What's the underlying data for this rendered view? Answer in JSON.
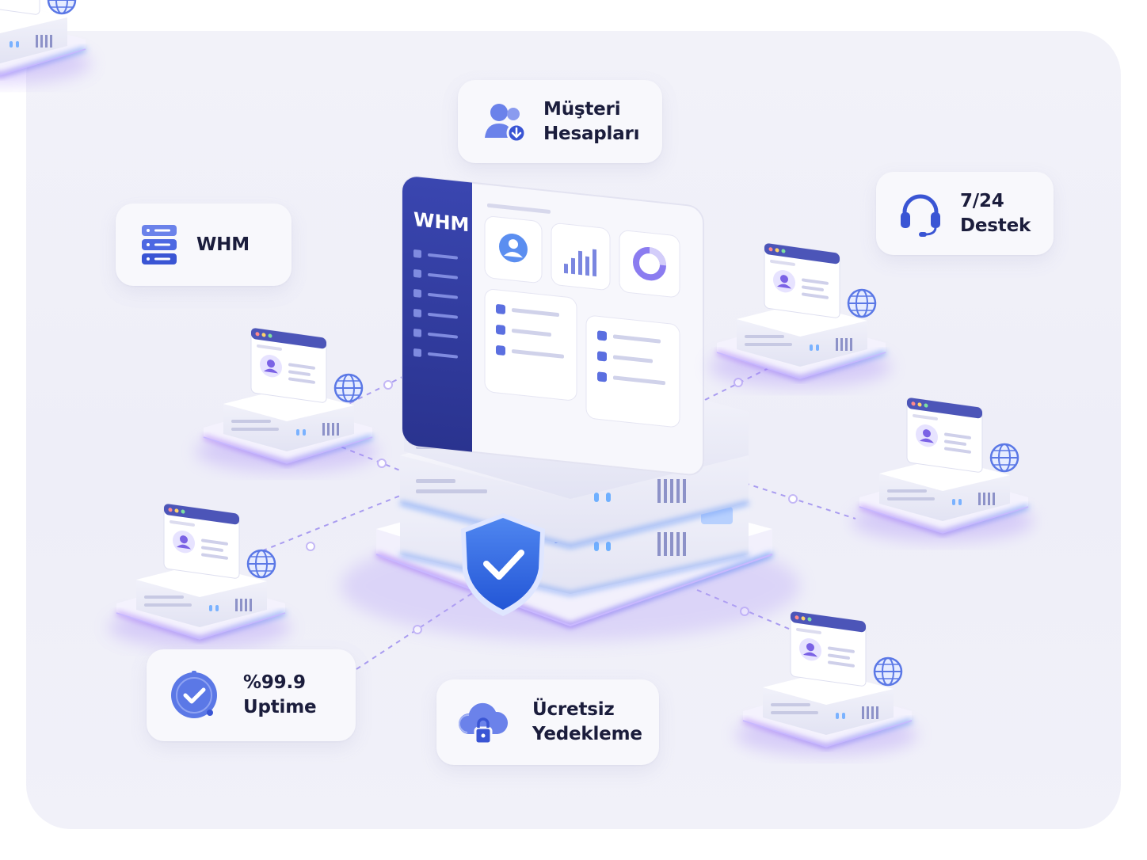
{
  "server_panel": {
    "logo": "WHM"
  },
  "features": {
    "whm": {
      "label": "WHM",
      "icon": "server-stack-icon"
    },
    "accounts": {
      "line1": "Müşteri",
      "line2": "Hesapları",
      "icon": "users-icon"
    },
    "support": {
      "line1": "7/24",
      "line2": "Destek",
      "icon": "headset-icon"
    },
    "uptime": {
      "line1": "%99.9",
      "line2": "Uptime",
      "icon": "clock-check-icon"
    },
    "backup": {
      "line1": "Ücretsiz",
      "line2": "Yedekleme",
      "icon": "cloud-lock-icon"
    }
  },
  "colors": {
    "accent": "#5b6fe0",
    "navy": "#2f3a9c",
    "glow": "#9b7cf5",
    "text": "#1b1d3c"
  }
}
